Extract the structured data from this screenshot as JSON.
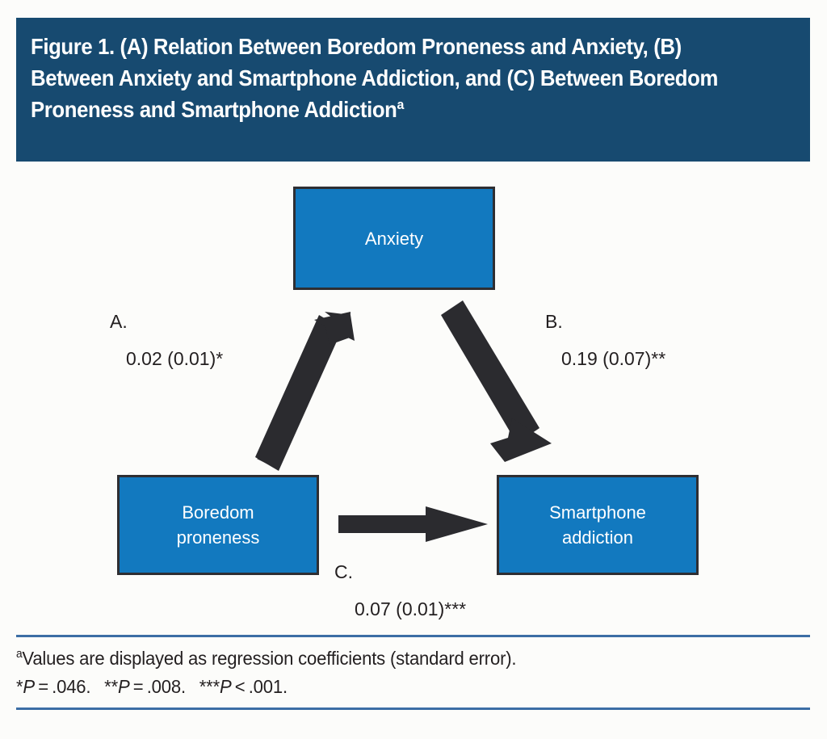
{
  "figure": {
    "title": "Figure 1. (A) Relation Between Boredom Proneness and Anxiety, (B) Between Anxiety and Smartphone Addiction, and (C) Between Boredom Proneness and Smartphone Addiction",
    "title_footnote_marker": "a",
    "banner_color": "#174a70",
    "node_color": "#1279bf",
    "node_border_color": "#2e2e32",
    "arrow_color": "#2b2b2f",
    "rule_color": "#3c6ea5",
    "text_color": "#231f20"
  },
  "nodes": {
    "anxiety": {
      "label": "Anxiety"
    },
    "boredom": {
      "label": "Boredom\nproneness"
    },
    "smartphone": {
      "label": "Smartphone\naddiction"
    }
  },
  "paths": {
    "a": {
      "letter": "A.",
      "coefficient": "0.02 (0.01)*",
      "from": "Boredom proneness",
      "to": "Anxiety"
    },
    "b": {
      "letter": "B.",
      "coefficient": "0.19 (0.07)**",
      "from": "Anxiety",
      "to": "Smartphone addiction"
    },
    "c": {
      "letter": "C.",
      "coefficient": "0.07 (0.01)***",
      "from": "Boredom proneness",
      "to": "Smartphone addiction"
    }
  },
  "footnotes": {
    "marker_a": "a",
    "line1": "Values are displayed as regression coefficients (standard error).",
    "significance": {
      "one_star": "*P = .046.",
      "two_star": "**P = .008.",
      "three_star": "***P < .001."
    }
  },
  "chart_data": {
    "type": "diagram",
    "subtype": "mediation-path-diagram",
    "title": "Figure 1. (A) Relation Between Boredom Proneness and Anxiety, (B) Between Anxiety and Smartphone Addiction, and (C) Between Boredom Proneness and Smartphone Addiction",
    "nodes": [
      "Boredom proneness",
      "Anxiety",
      "Smartphone addiction"
    ],
    "edges": [
      {
        "id": "A",
        "source": "Boredom proneness",
        "target": "Anxiety",
        "coefficient": 0.02,
        "standard_error": 0.01,
        "stars": "*",
        "p_value": 0.046,
        "label": "0.02 (0.01)*"
      },
      {
        "id": "B",
        "source": "Anxiety",
        "target": "Smartphone addiction",
        "coefficient": 0.19,
        "standard_error": 0.07,
        "stars": "**",
        "p_value": 0.008,
        "label": "0.19 (0.07)**"
      },
      {
        "id": "C",
        "source": "Boredom proneness",
        "target": "Smartphone addiction",
        "coefficient": 0.07,
        "standard_error": 0.01,
        "stars": "***",
        "p_value": 0.001,
        "p_operator": "<",
        "label": "0.07 (0.01)***"
      }
    ],
    "notes": "Values are displayed as regression coefficients (standard error)."
  }
}
